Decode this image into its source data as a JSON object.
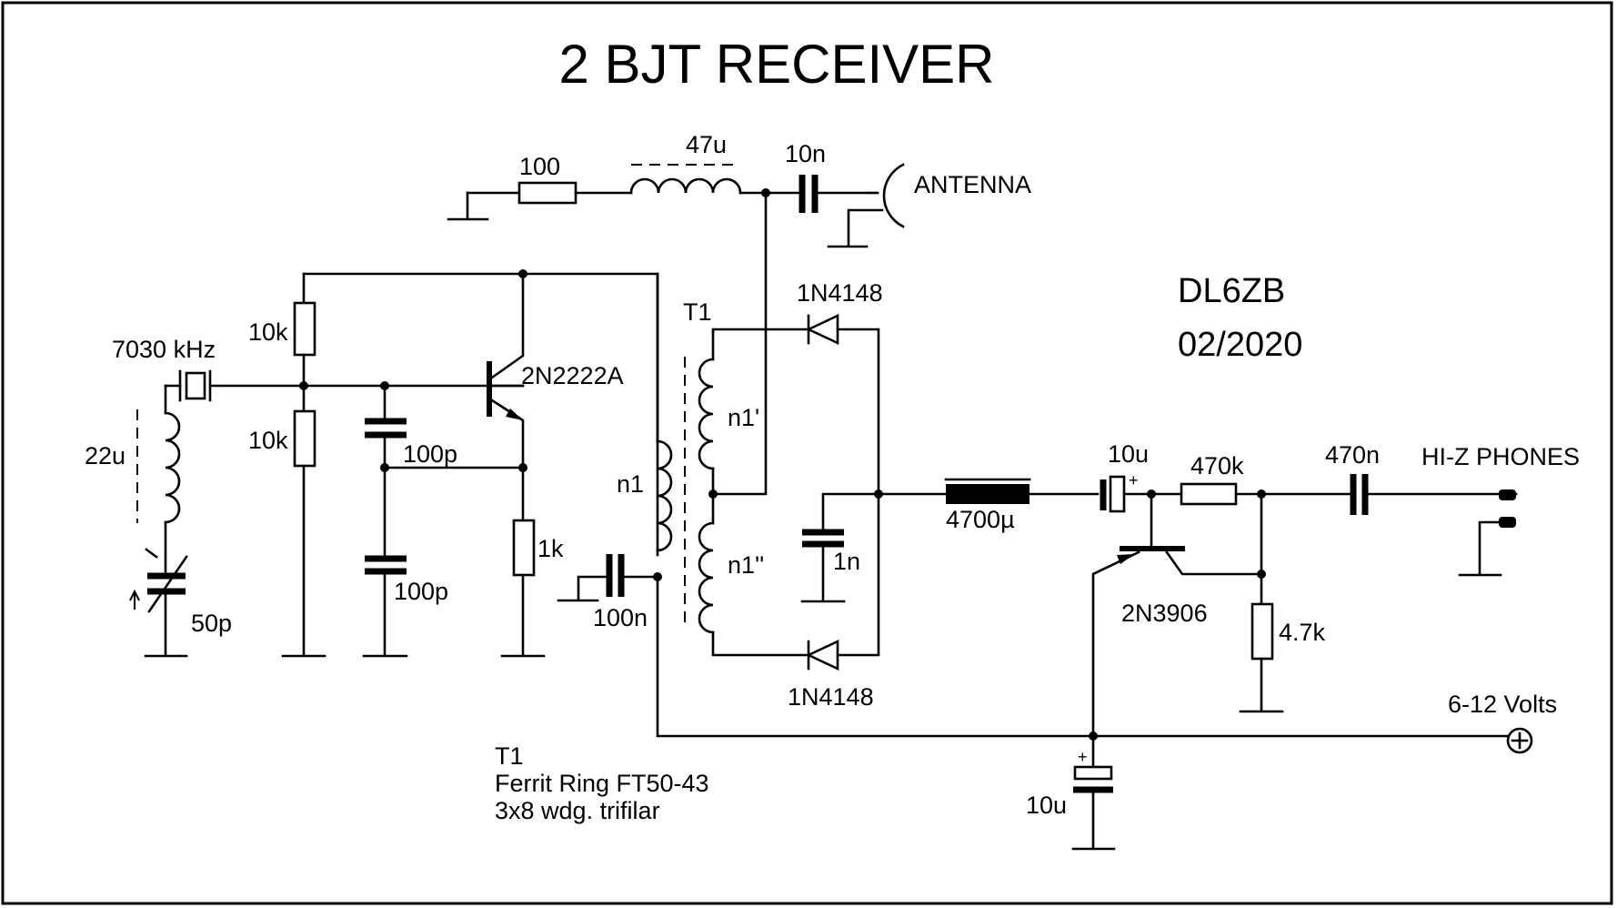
{
  "title": "2 BJT RECEIVER",
  "author": "DL6ZB",
  "date": "02/2020",
  "labels": {
    "r100": "100",
    "l47u": "47u",
    "c10n_ant": "10n",
    "antenna": "ANTENNA",
    "r10k_top": "10k",
    "r10k_bottom": "10k",
    "crystal": "7030 kHz",
    "l22u": "22u",
    "c50p": "50p",
    "c100p_a": "100p",
    "c100p_b": "100p",
    "q1": "2N2222A",
    "r1k": "1k",
    "c100n": "100n",
    "t1": "T1",
    "n1": "n1",
    "n1p": "n1'",
    "n1pp": "n1''",
    "d1": "1N4148",
    "d2": "1N4148",
    "c1n": "1n",
    "l4700u": "4700µ",
    "c10u_out": "10u",
    "r470k": "470k",
    "c470n": "470n",
    "phones": "HI-Z PHONES",
    "q2": "2N3906",
    "r4k7": "4.7k",
    "supply": "6-12 Volts",
    "c10u_supply": "10u"
  },
  "notes": {
    "line1": "T1",
    "line2": "Ferrit Ring FT50-43",
    "line3": "3x8 wdg. trifilar"
  }
}
